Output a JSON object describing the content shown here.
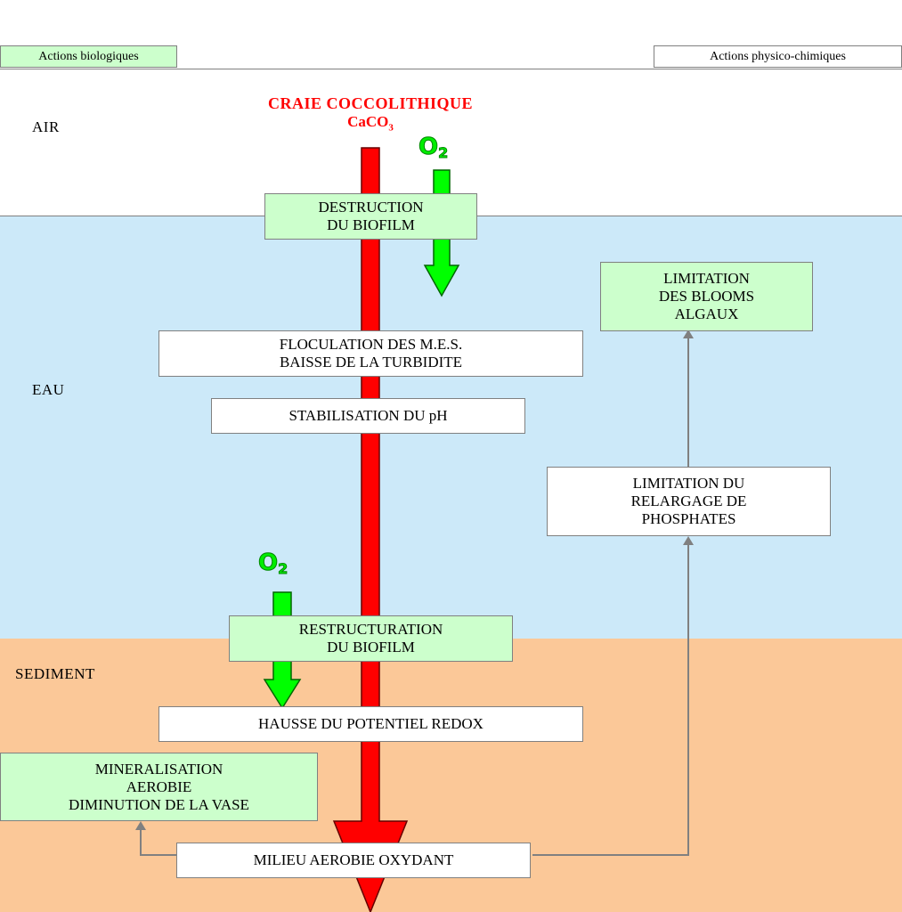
{
  "legend": {
    "biological": "Actions biologiques",
    "physico_chemical": "Actions physico-chimiques"
  },
  "zones": {
    "air": "AIR",
    "water": "EAU",
    "sediment": "SEDIMENT"
  },
  "title": {
    "line1": "CRAIE COCCOLITHIQUE",
    "formula_main": "CaCO",
    "formula_sub": "3"
  },
  "oxygen": {
    "main": "O",
    "sub": "2"
  },
  "boxes": {
    "destruction_biofilm": [
      "DESTRUCTION",
      "DU BIOFILM"
    ],
    "floculation": [
      "FLOCULATION DES M.E.S.",
      "BAISSE DE LA TURBIDITE"
    ],
    "stabilisation_ph": [
      "STABILISATION DU pH"
    ],
    "limitation_blooms": [
      "LIMITATION",
      "DES BLOOMS",
      "ALGAUX"
    ],
    "limitation_relargage": [
      "LIMITATION DU",
      "RELARGAGE DE",
      "PHOSPHATES"
    ],
    "restructuration_biofilm": [
      "RESTRUCTURATION",
      "DU BIOFILM"
    ],
    "hausse_redox": [
      "HAUSSE DU POTENTIEL REDOX"
    ],
    "mineralisation": [
      "MINERALISATION",
      "AEROBIE",
      "DIMINUTION DE LA VASE"
    ],
    "milieu_aerobie": [
      "MILIEU AEROBIE OXYDANT"
    ]
  },
  "colors": {
    "air": "#ffffff",
    "water": "#cce9f9",
    "sediment": "#fbc898",
    "biological_box": "#ccffcc",
    "physico_chemical_box": "#ffffff",
    "chalk_arrow": "#ff0000",
    "oxygen_arrow": "#00ff00",
    "connector": "#808080",
    "title": "#ff0000"
  }
}
